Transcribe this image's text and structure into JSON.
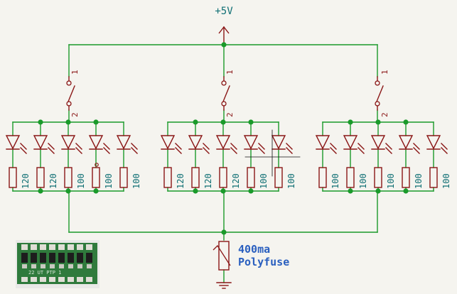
{
  "supply_label": "+5V",
  "switch_pins": {
    "top": "1",
    "bottom": "2"
  },
  "groups": [
    {
      "resistor_values": [
        "120",
        "120",
        "100",
        "100",
        "100"
      ]
    },
    {
      "resistor_values": [
        "120",
        "120",
        "120",
        "100",
        "100"
      ]
    },
    {
      "resistor_values": [
        "100",
        "100",
        "100",
        "100",
        "100"
      ]
    }
  ],
  "fuse": {
    "current": "400ma",
    "type": "Polyfuse"
  },
  "photo": {
    "silkscreen": "22 UT PTP 1"
  },
  "colors": {
    "wire": "#1a9a2a",
    "junction": "#1a9a2a",
    "component": "#8a1616",
    "net_label": "#0f6f74",
    "note_text": "#2a5fbf",
    "background": "#f5f4ef"
  }
}
